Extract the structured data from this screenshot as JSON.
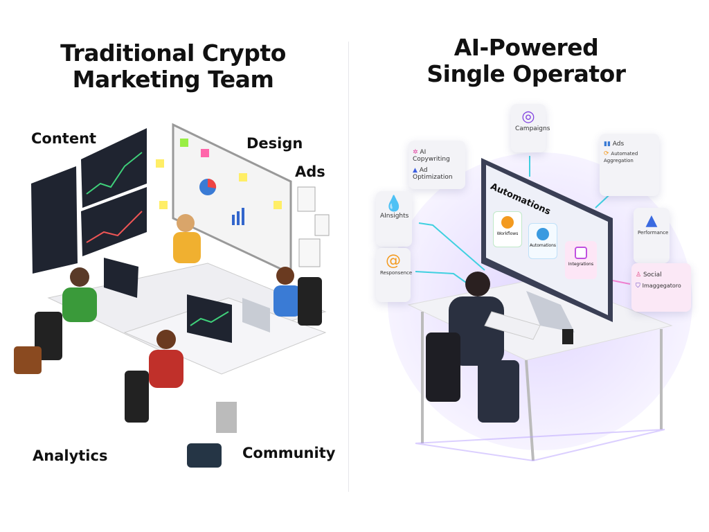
{
  "left": {
    "title_line1": "Traditional Crypto",
    "title_line2": "Marketing Team",
    "labels": {
      "content": "Content",
      "design": "Design",
      "ads": "Ads",
      "analytics": "Analytics",
      "community": "Community"
    }
  },
  "right": {
    "title_line1": "AI-Powered",
    "title_line2": "Single Operator",
    "cards": {
      "campaigns": "Campaigns",
      "ai_copywriting": "AI Copywriting",
      "ad_optimization": "Ad Optimization",
      "ads": "Ads",
      "automated": "Automated Aggregation",
      "insights": "AInsights",
      "responses": "Responsence",
      "performance": "Performance",
      "social": "Social",
      "aggregator": "Imaggegatoro"
    },
    "screen_title": "Automations",
    "tiles": [
      "Workflows",
      "Automations",
      "Integrations"
    ]
  },
  "colors": {
    "accent_cyan": "#3fd0e0",
    "accent_purple": "#a070ff",
    "accent_pink": "#f080d0",
    "orange": "#f39a1f"
  }
}
